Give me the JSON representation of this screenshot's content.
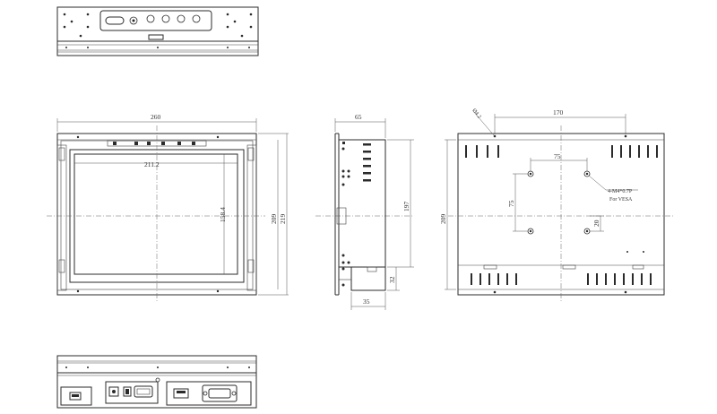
{
  "dimensions": {
    "width_260": "260",
    "screen_width": "211.2",
    "height_209": "209",
    "height_219": "219",
    "screen_height": "158.4",
    "depth_65": "65",
    "side_height_197": "197",
    "side_32": "32",
    "side_35": "35",
    "back_170": "170",
    "back_209": "209",
    "hole_dia": "Ø4.2",
    "vesa_75_h": "75",
    "vesa_75_v": "75",
    "vesa_20": "20",
    "vesa_note_line1": "4-M4*0.7P",
    "vesa_note_line2": "For VESA"
  }
}
